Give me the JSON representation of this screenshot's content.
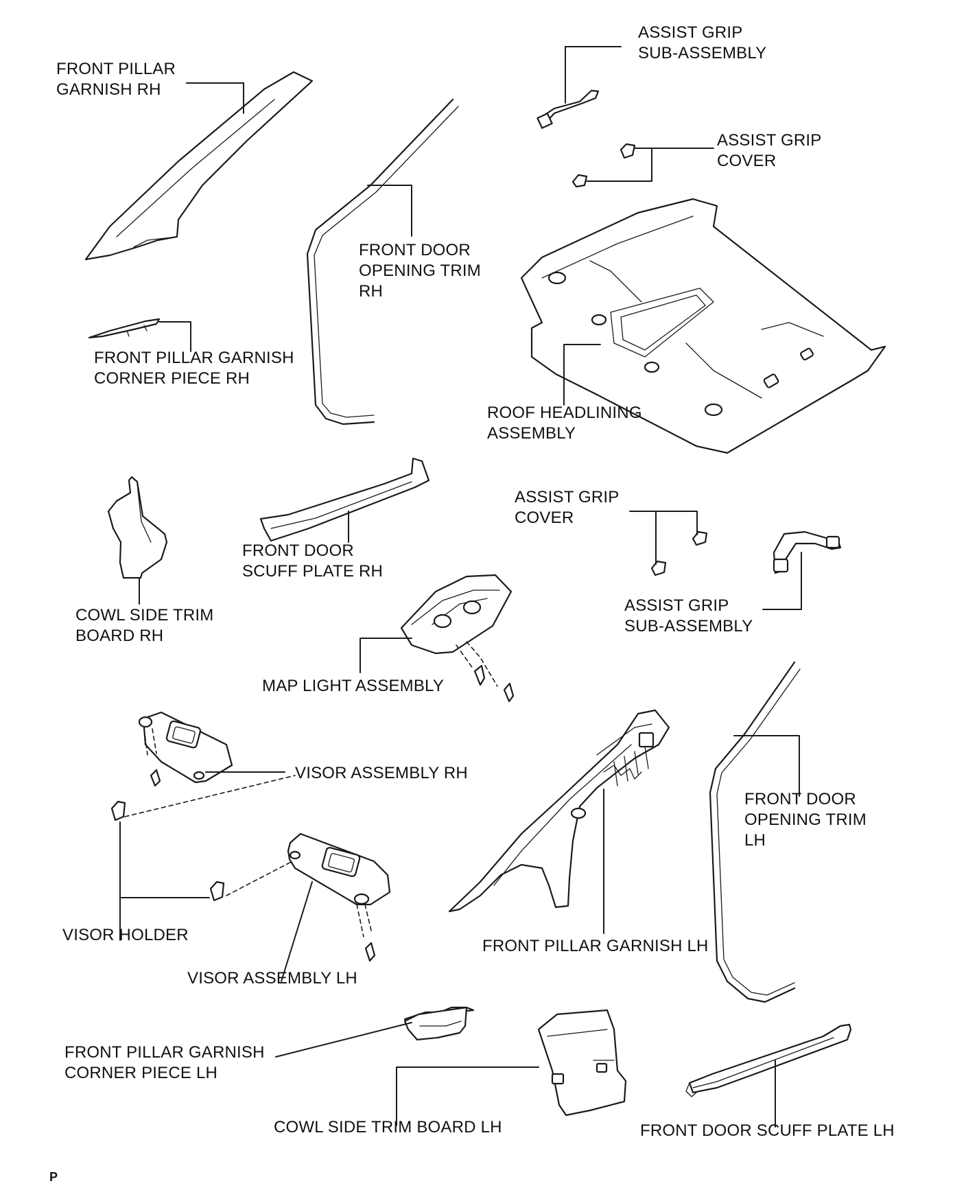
{
  "labels": {
    "front_pillar_garnish_rh": "FRONT PILLAR\nGARNISH RH",
    "assist_grip_sub_assembly_top": "ASSIST GRIP\nSUB-ASSEMBLY",
    "assist_grip_cover_top": "ASSIST GRIP\nCOVER",
    "front_door_opening_trim_rh": "FRONT DOOR\nOPENING TRIM\nRH",
    "front_pillar_garnish_corner_piece_rh": "FRONT PILLAR GARNISH\nCORNER PIECE RH",
    "roof_headlining_assembly": "ROOF HEADLINING\nASSEMBLY",
    "assist_grip_cover_mid": "ASSIST GRIP\nCOVER",
    "front_door_scuff_plate_rh": "FRONT DOOR\nSCUFF PLATE RH",
    "assist_grip_sub_assembly_mid": "ASSIST GRIP\nSUB-ASSEMBLY",
    "cowl_side_trim_board_rh": "COWL SIDE TRIM\nBOARD RH",
    "map_light_assembly": "MAP LIGHT ASSEMBLY",
    "visor_assembly_rh": "VISOR ASSEMBLY RH",
    "front_door_opening_trim_lh": "FRONT DOOR\nOPENING TRIM\nLH",
    "visor_holder": "VISOR HOLDER",
    "front_pillar_garnish_lh": "FRONT PILLAR GARNISH LH",
    "visor_assembly_lh": "VISOR ASSEMBLY LH",
    "front_pillar_garnish_corner_piece_lh": "FRONT PILLAR GARNISH\nCORNER PIECE LH",
    "cowl_side_trim_board_lh": "COWL SIDE TRIM BOARD LH",
    "front_door_scuff_plate_lh": "FRONT DOOR SCUFF PLATE LH"
  },
  "figure_code": "P"
}
